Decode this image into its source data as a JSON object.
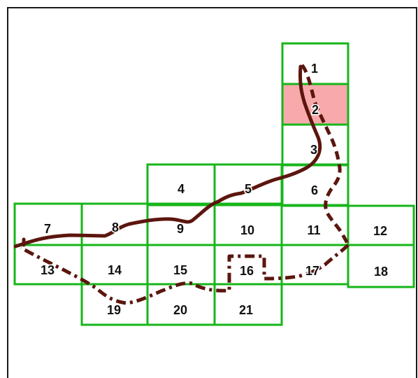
{
  "map": {
    "highlighted_cell": "2",
    "colors": {
      "grid": "#16b61a",
      "highlight": "#f7a9ab",
      "route": "#5b160d"
    }
  },
  "cells": [
    {
      "id": "1",
      "label": "1"
    },
    {
      "id": "2",
      "label": "2"
    },
    {
      "id": "3",
      "label": "3"
    },
    {
      "id": "4",
      "label": "4"
    },
    {
      "id": "5",
      "label": "5"
    },
    {
      "id": "6",
      "label": "6"
    },
    {
      "id": "7",
      "label": "7"
    },
    {
      "id": "8",
      "label": "8"
    },
    {
      "id": "9",
      "label": "9"
    },
    {
      "id": "10",
      "label": "10"
    },
    {
      "id": "11",
      "label": "11"
    },
    {
      "id": "12",
      "label": "12"
    },
    {
      "id": "13",
      "label": "13"
    },
    {
      "id": "14",
      "label": "14"
    },
    {
      "id": "15",
      "label": "15"
    },
    {
      "id": "16",
      "label": "16"
    },
    {
      "id": "17",
      "label": "17"
    },
    {
      "id": "18",
      "label": "18"
    },
    {
      "id": "19",
      "label": "19"
    },
    {
      "id": "20",
      "label": "20"
    },
    {
      "id": "21",
      "label": "21"
    }
  ]
}
